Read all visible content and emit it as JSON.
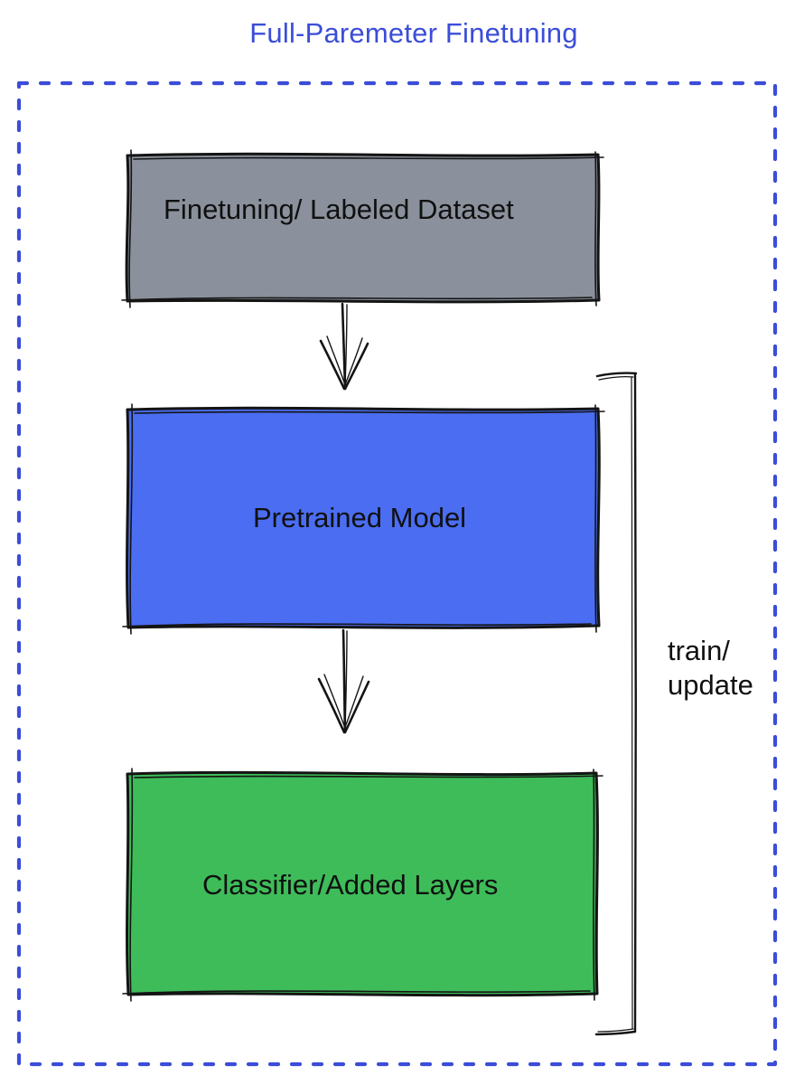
{
  "title": "Full-Paremeter Finetuning",
  "colors": {
    "accent_blue": "#3B4DD8",
    "sketch_stroke": "#141414",
    "node_gray": "#8A919C",
    "node_blue": "#4A6DF2",
    "node_green": "#3EBC59"
  },
  "nodes": [
    {
      "id": "dataset",
      "label": "Finetuning/ Labeled Dataset",
      "fill": "#8A919C"
    },
    {
      "id": "pretrained-model",
      "label": "Pretrained Model",
      "fill": "#4A6DF2"
    },
    {
      "id": "classifier",
      "label": "Classifier/Added Layers",
      "fill": "#3EBC59"
    }
  ],
  "edges": [
    {
      "from": "dataset",
      "to": "pretrained-model",
      "type": "arrow-down"
    },
    {
      "from": "pretrained-model",
      "to": "classifier",
      "type": "arrow-down"
    }
  ],
  "annotation": {
    "line1": "train/",
    "line2": "update"
  }
}
